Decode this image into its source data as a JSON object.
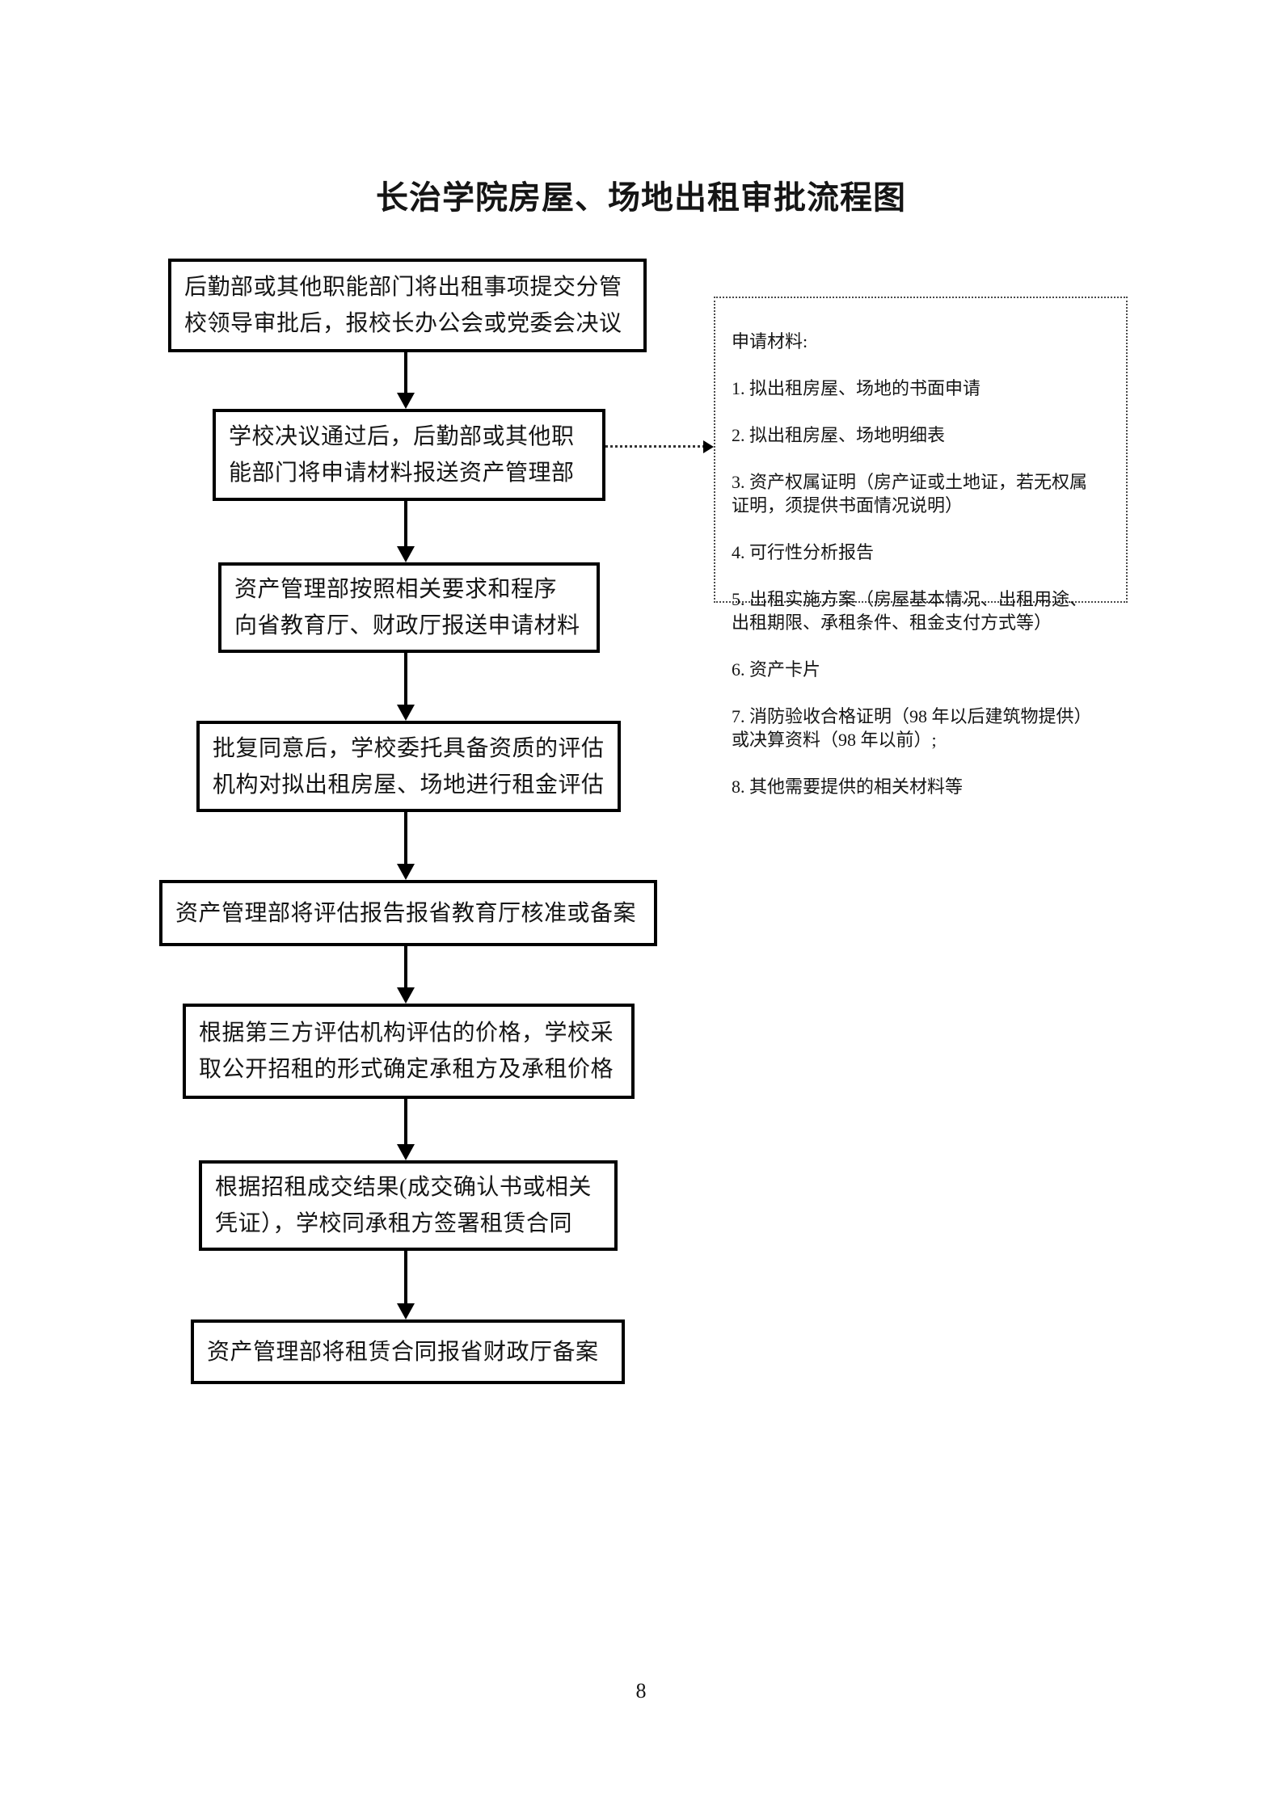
{
  "page": {
    "title": "长治学院房屋、场地出租审批流程图",
    "page_number": "8"
  },
  "flow": {
    "steps": [
      {
        "text": "后勤部或其他职能部门将出租事项提交分管\n校领导审批后，报校长办公会或党委会决议"
      },
      {
        "text": "学校决议通过后，后勤部或其他职\n能部门将申请材料报送资产管理部"
      },
      {
        "text": "资产管理部按照相关要求和程序\n向省教育厅、财政厅报送申请材料"
      },
      {
        "text": "批复同意后，学校委托具备资质的评估\n机构对拟出租房屋、场地进行租金评估"
      },
      {
        "text": "资产管理部将评估报告报省教育厅核准或备案"
      },
      {
        "text": "根据第三方评估机构评估的价格，学校采\n取公开招租的形式确定承租方及承租价格"
      },
      {
        "text": "根据招租成交结果(成交确认书或相关\n凭证），学校同承租方签署租赁合同"
      },
      {
        "text": "资产管理部将租赁合同报省财政厅备案"
      }
    ]
  },
  "materials": {
    "heading": "申请材料:",
    "items": [
      "1. 拟出租房屋、场地的书面申请",
      "2. 拟出租房屋、场地明细表",
      "3. 资产权属证明（房产证或土地证，若无权属\n证明，须提供书面情况说明）",
      "4. 可行性分析报告",
      "5. 出租实施方案（房屋基本情况、出租用途、\n出租期限、承租条件、租金支付方式等）",
      "6. 资产卡片",
      "7. 消防验收合格证明（98 年以后建筑物提供）\n或决算资料（98 年以前）;",
      "8. 其他需要提供的相关材料等"
    ]
  }
}
